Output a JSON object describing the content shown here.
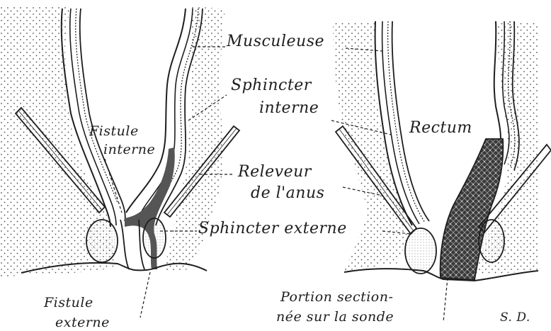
{
  "labels": {
    "musculeuse": "Musculeuse",
    "sphincter_interne_1": "Sphincter",
    "sphincter_interne_2": "interne",
    "fistule_interne_1": "Fistule",
    "fistule_interne_2": "interne",
    "releveur_1": "Releveur",
    "releveur_2": "de l'anus",
    "sphincter_externe": "Sphincter externe",
    "rectum": "Rectum",
    "fistule_externe_1": "Fistule",
    "fistule_externe_2": "externe",
    "portion_1": "Portion section-",
    "portion_2": "née sur la sonde",
    "signature": "S. D."
  },
  "colors": {
    "ink": "#1e1e1e",
    "stipple": "#444444",
    "fistula_fill": "#555555",
    "background": "#ffffff"
  }
}
